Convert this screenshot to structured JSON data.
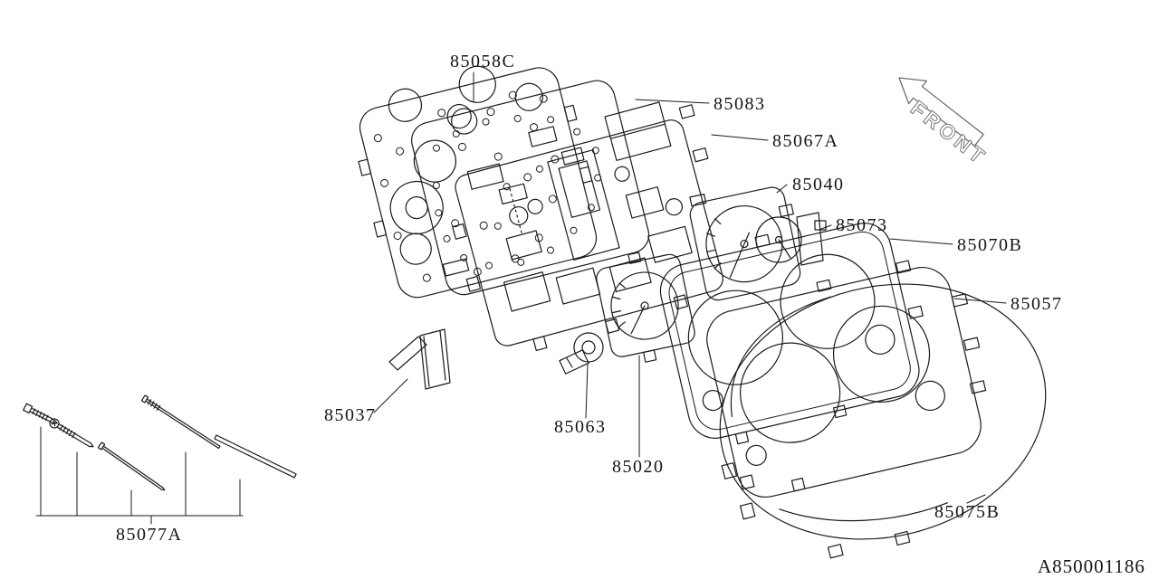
{
  "front_marker": "FRONT",
  "diagram_id": "A850001186",
  "part_labels": [
    "85058C",
    "85083",
    "85067A",
    "85040",
    "85073",
    "85070B",
    "85057",
    "85037",
    "85063",
    "85020",
    "85075B",
    "85077A"
  ]
}
